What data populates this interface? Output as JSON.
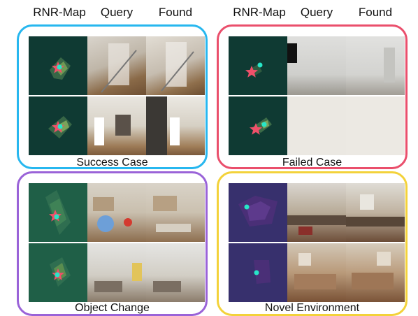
{
  "headers": {
    "left": [
      "RNR-Map",
      "Query",
      "Found"
    ],
    "right": [
      "RNR-Map",
      "Query",
      "Found"
    ]
  },
  "panels": {
    "success": {
      "caption": "Success Case",
      "border_color": "#27b7ef",
      "map_color": "#0f3a33"
    },
    "failed": {
      "caption": "Failed Case",
      "border_color": "#ea4f6c",
      "map_color": "#0f3a33"
    },
    "object_change": {
      "caption": "Object Change",
      "border_color": "#9a63d8",
      "map_color": "#1f5f47"
    },
    "novel": {
      "caption": "Novel Environment",
      "border_color": "#f3d23a",
      "map_color": "#37306d"
    }
  },
  "markers": {
    "start_star": "star-icon",
    "found_dot": "dot-icon",
    "star_color": "#f0506a",
    "dot_color": "#27e6c8"
  }
}
